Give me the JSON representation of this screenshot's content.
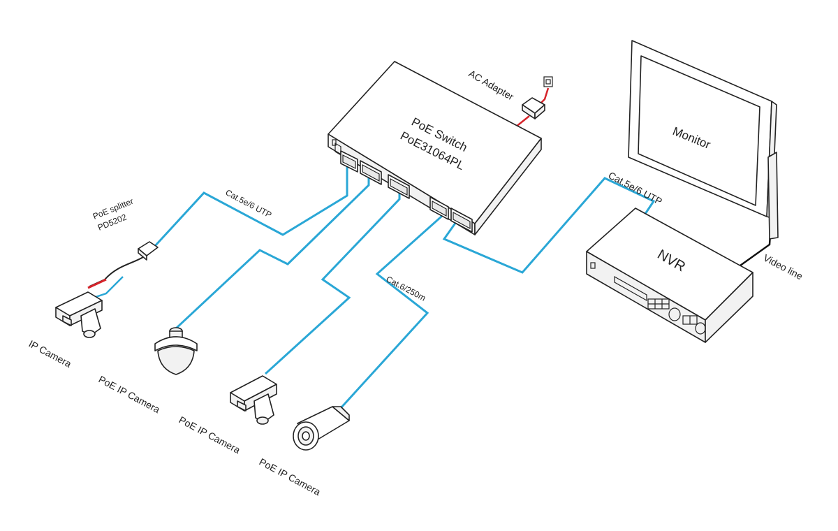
{
  "colors": {
    "network_cable": "#2aa7d6",
    "power_cable": "#d6232a",
    "video_cable": "#111111",
    "outline": "#222222"
  },
  "devices": {
    "switch": {
      "name": "PoE  Switch",
      "model": "PoE31064PL",
      "icon": "poe-switch-icon"
    },
    "ac_adapter": {
      "label": "AC Adapter",
      "icon": "ac-adapter-icon"
    },
    "monitor": {
      "label": "Monitor",
      "icon": "monitor-icon"
    },
    "nvr": {
      "label": "NVR",
      "icon": "nvr-icon"
    },
    "splitter": {
      "name": "PoE splitter",
      "model": "PD5202",
      "icon": "splitter-icon"
    },
    "cameras": [
      {
        "label": "IP Camera",
        "icon": "box-camera-icon"
      },
      {
        "label": "PoE IP Camera",
        "icon": "dome-camera-icon"
      },
      {
        "label": "PoE IP Camera",
        "icon": "box-camera-icon"
      },
      {
        "label": "PoE IP Camera",
        "icon": "bullet-camera-icon"
      }
    ]
  },
  "cables": {
    "splitter_link": "Cat.5e/6 UTP",
    "nvr_link": "Cat.5e/6 UTP",
    "long_link": "Cat.6/250m",
    "video": "Video line"
  }
}
